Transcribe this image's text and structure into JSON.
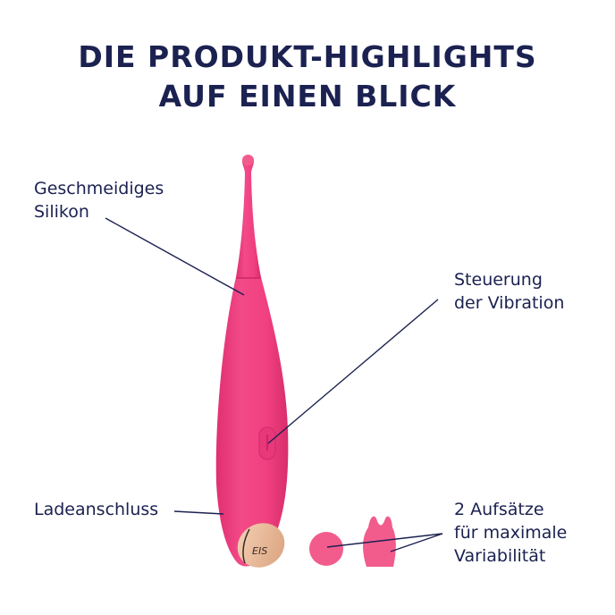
{
  "header": {
    "title_line1": "DIE PRODUKT-HIGHLIGHTS",
    "title_line2": "AUF EINEN BLICK"
  },
  "callouts": [
    {
      "id": "silicone",
      "lines": [
        "Geschmeidiges",
        "Silikon"
      ]
    },
    {
      "id": "control",
      "lines": [
        "Steuerung",
        "der Vibration"
      ]
    },
    {
      "id": "charging",
      "lines": [
        "Ladeanschluss"
      ]
    },
    {
      "id": "attachments",
      "lines": [
        "2 Aufsätze",
        "für maximale",
        "Variabilität"
      ]
    }
  ],
  "product": {
    "logo_text": "EIS",
    "colors": {
      "body": "#f0407f",
      "body_shade": "#d92d6c",
      "attachment": "#f25c8c",
      "charging_plate": "#e8b896",
      "title": "#1b2150",
      "line": "#1b2150"
    }
  }
}
